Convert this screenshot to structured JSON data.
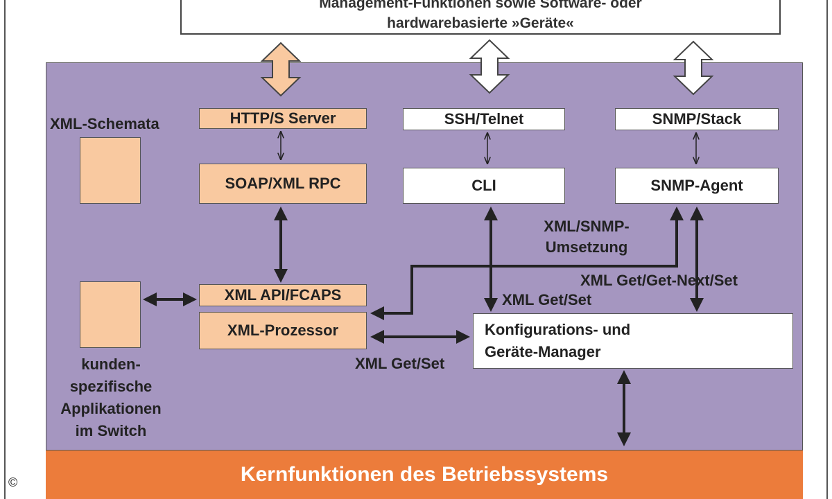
{
  "top_box": {
    "line1": "Management-Funktionen sowie Software- oder",
    "line2": "hardwarebasierte »Geräte«"
  },
  "boxes": {
    "http_server": "HTTP/S Server",
    "ssh_telnet": "SSH/Telnet",
    "snmp_stack": "SNMP/Stack",
    "soap_rpc": "SOAP/XML RPC",
    "cli": "CLI",
    "snmp_agent": "SNMP-Agent",
    "xml_api": "XML API/FCAPS",
    "xml_processor": "XML-Prozessor",
    "config_manager_line1": "Konfigurations- und",
    "config_manager_line2": "Geräte-Manager"
  },
  "labels": {
    "xml_schemata": "XML-Schemata",
    "xml_snmp_line1": "XML/SNMP-",
    "xml_snmp_line2": "Umsetzung",
    "xml_get_next_set": "XML Get/Get-Next/Set",
    "xml_get_set_upper": "XML Get/Set",
    "xml_get_set_lower": "XML Get/Set",
    "custom_apps": [
      "kunden-",
      "spezifische",
      "Applikationen",
      "im Switch"
    ]
  },
  "bottom_bar": "Kernfunktionen des Betriebssystems",
  "copyright": "©",
  "colors": {
    "purple": "#a596c0",
    "peach": "#f9c9a0",
    "orange": "#ec7c3b"
  }
}
